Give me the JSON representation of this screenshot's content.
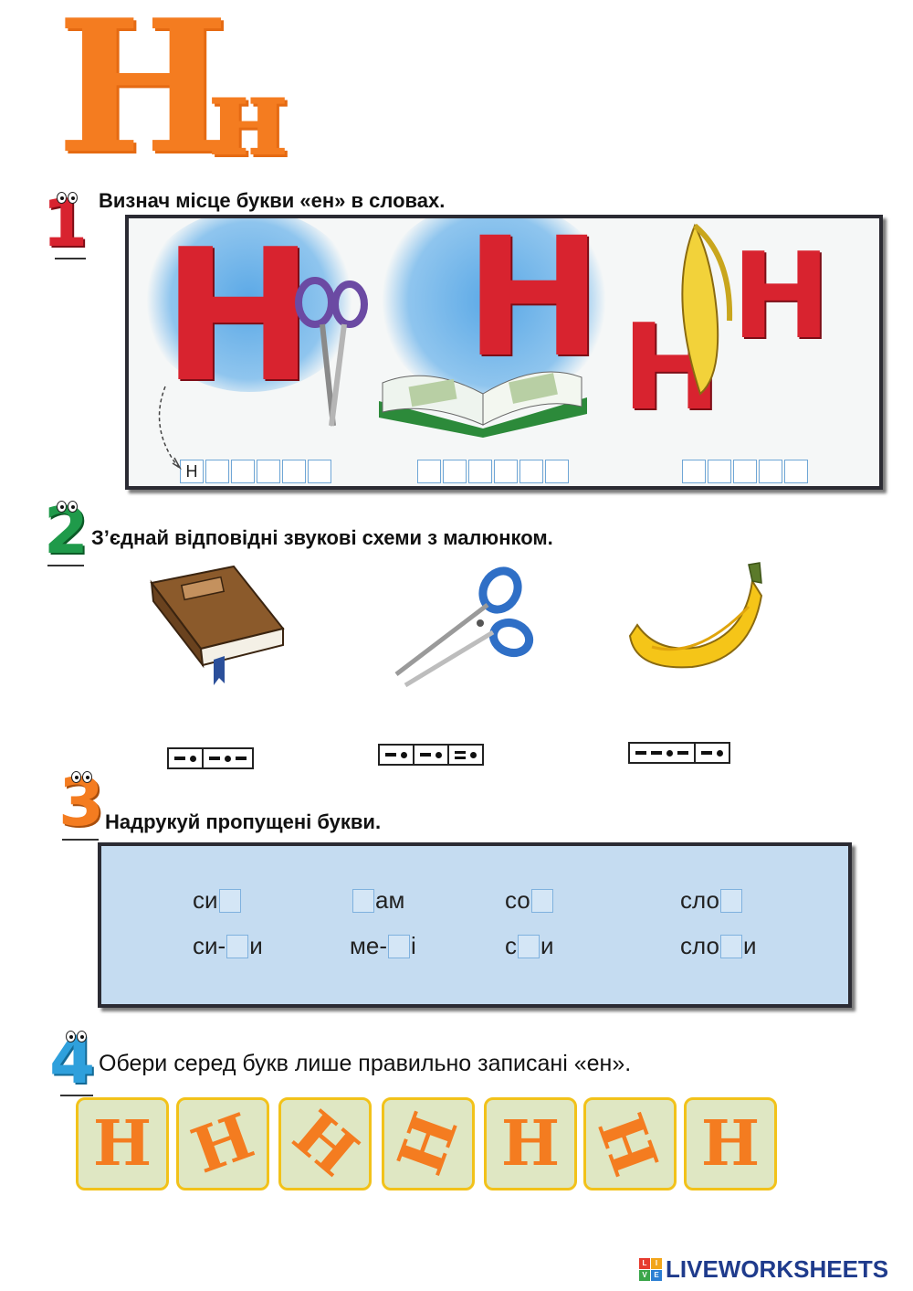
{
  "header": {
    "letter_upper": "Н",
    "letter_lower": "н"
  },
  "task1": {
    "number": "1",
    "title": "Визнач місце букви «ен» в словах.",
    "scissors": {
      "cells": [
        "Н",
        "",
        "",
        "",
        "",
        ""
      ]
    },
    "book": {
      "cells": [
        "",
        "",
        "",
        "",
        "",
        ""
      ]
    },
    "banana": {
      "cells": [
        "",
        "",
        "",
        "",
        ""
      ]
    },
    "letter_label": "Н"
  },
  "task2": {
    "number": "2",
    "title": "З’єднай відповідні звукові схеми з малюнком."
  },
  "task3": {
    "number": "3",
    "title": "Надрукуй пропущені букви.",
    "row1": [
      {
        "prefix": "си",
        "suffix": ""
      },
      {
        "prefix": "",
        "suffix": "ам"
      },
      {
        "prefix": "со",
        "suffix": ""
      },
      {
        "prefix": "сло",
        "suffix": ""
      }
    ],
    "row2": [
      {
        "prefix": "си-",
        "suffix": "и"
      },
      {
        "prefix": "ме-",
        "suffix": "і"
      },
      {
        "prefix": "с",
        "suffix": "и"
      },
      {
        "prefix": "сло",
        "suffix": "и"
      }
    ]
  },
  "task4": {
    "number": "4",
    "title": "Обери серед букв лише правильно записані «ен».",
    "tiles": [
      {
        "glyph": "Н",
        "rotation": 0
      },
      {
        "glyph": "Н",
        "rotation": -20
      },
      {
        "glyph": "Н",
        "rotation": 40
      },
      {
        "glyph": "Н",
        "rotation": -70
      },
      {
        "glyph": "Н",
        "rotation": 0
      },
      {
        "glyph": "Н",
        "rotation": -110
      },
      {
        "glyph": "Н",
        "rotation": 0
      }
    ]
  },
  "footer": {
    "logo_blocks": [
      "L",
      "I",
      "V",
      "E"
    ],
    "brand": "LIVEWORKSHEETS"
  },
  "colors": {
    "accent_orange": "#f47c20",
    "letter_red": "#d8232f",
    "panel_border": "#2b2b33",
    "tile_bg": "#dfe7c3",
    "tile_border": "#f2c21a"
  }
}
